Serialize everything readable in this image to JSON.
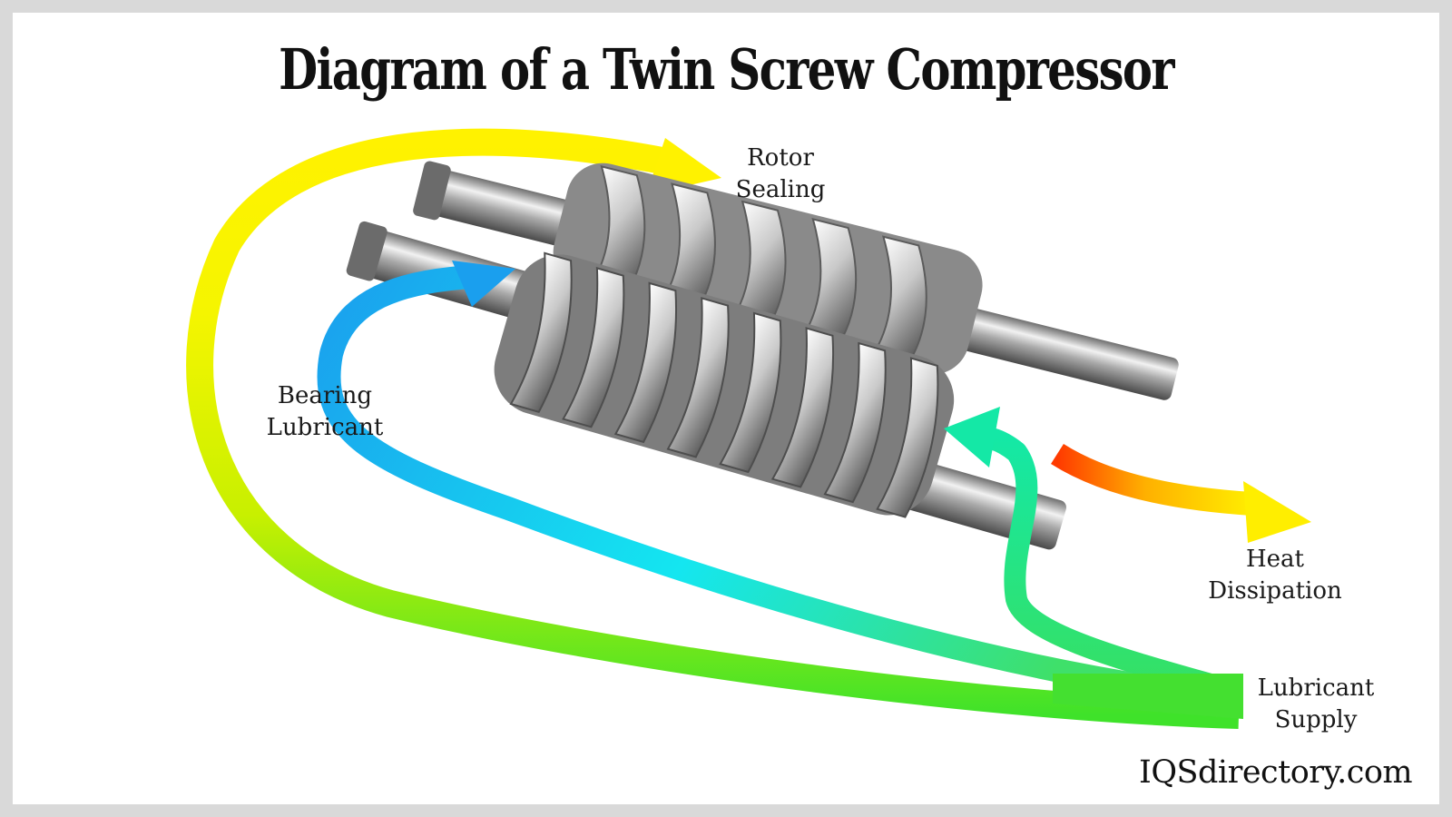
{
  "title": "Diagram of a Twin Screw Compressor",
  "labels": {
    "rotor_sealing": [
      "Rotor",
      "Sealing"
    ],
    "bearing_lubricant": [
      "Bearing",
      "Lubricant"
    ],
    "heat_dissipation": [
      "Heat",
      "Dissipation"
    ],
    "lubricant_supply": [
      "Lubricant",
      "Supply"
    ]
  },
  "credit": "IQSdirectory.com",
  "colors": {
    "rotor_sealing_flow": "#f5f500",
    "bearing_flow": "#1aa8ee",
    "rotor_feed_flow": "#12e89a",
    "heat_flow_start": "#ff3300",
    "heat_flow_end": "#ffe000",
    "supply_flow": "#44e030",
    "metal": "#b8b8b8"
  }
}
